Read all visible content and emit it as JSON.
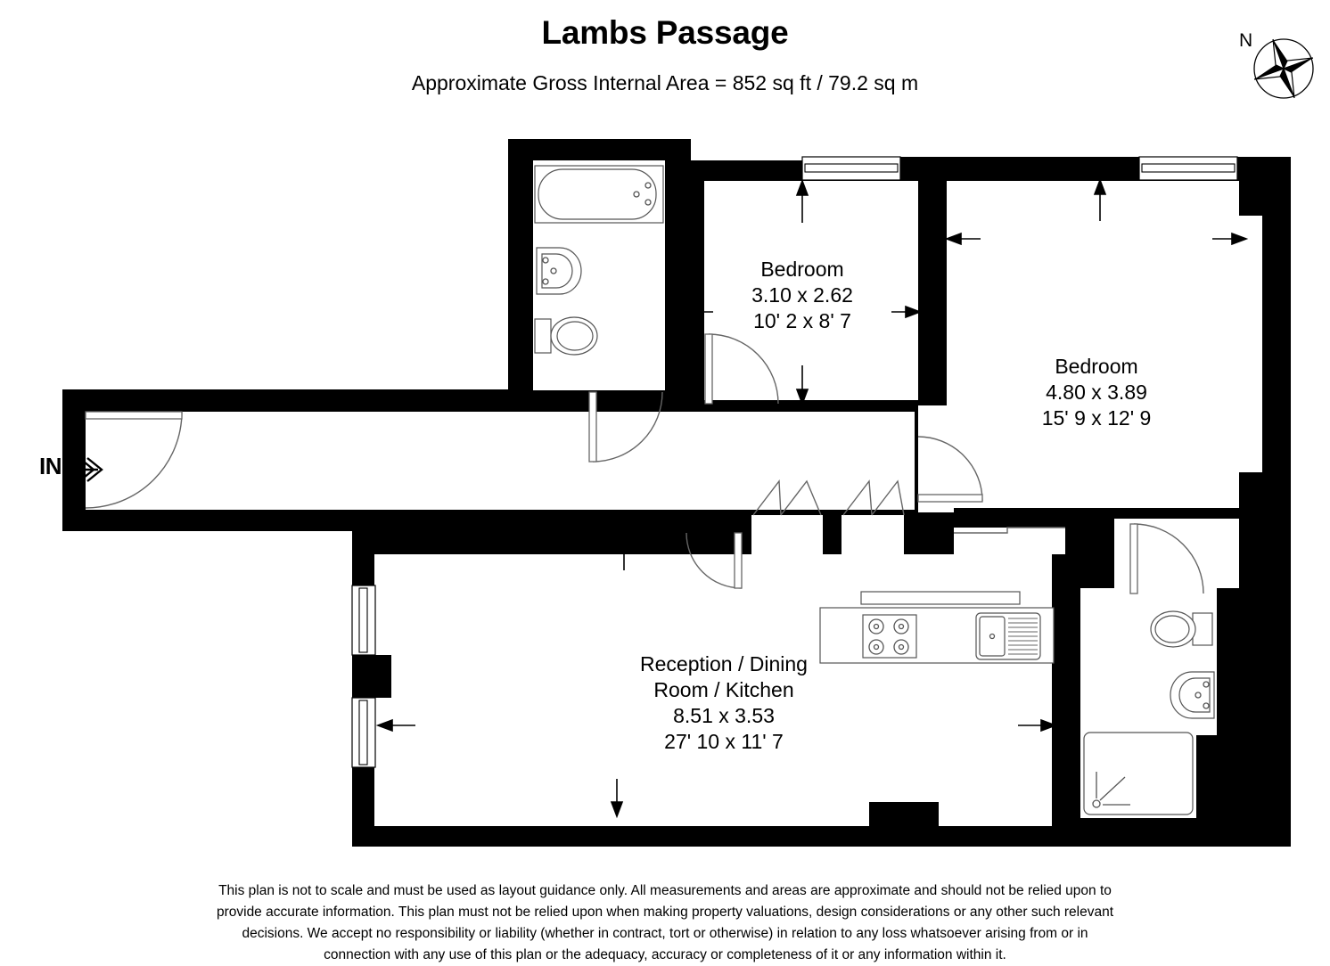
{
  "header": {
    "title": "Lambs Passage",
    "subtitle": "Approximate Gross Internal Area = 852 sq ft / 79.2 sq m"
  },
  "compass": {
    "label": "N",
    "icon": "compass-rose-icon"
  },
  "entrance": {
    "label": "IN",
    "icon": "entrance-arrow-icon"
  },
  "rooms": [
    {
      "id": "bedroom-1",
      "name": "Bedroom",
      "dim_metric": "3.10 x 2.62",
      "dim_imperial": "10' 2 x 8' 7"
    },
    {
      "id": "bedroom-2",
      "name": "Bedroom",
      "dim_metric": "4.80 x 3.89",
      "dim_imperial": "15' 9 x 12' 9"
    },
    {
      "id": "reception-dining-kitchen",
      "name_line1": "Reception / Dining",
      "name_line2": "Room / Kitchen",
      "dim_metric": "8.51 x 3.53",
      "dim_imperial": "27' 10 x 11' 7"
    }
  ],
  "fixtures": [
    {
      "name": "bathtub",
      "room": "bathroom-1"
    },
    {
      "name": "wash-basin",
      "room": "bathroom-1"
    },
    {
      "name": "toilet",
      "room": "bathroom-1"
    },
    {
      "name": "hob",
      "room": "kitchen"
    },
    {
      "name": "sink-with-drainer",
      "room": "kitchen"
    },
    {
      "name": "toilet",
      "room": "bathroom-2"
    },
    {
      "name": "wash-basin",
      "room": "bathroom-2"
    },
    {
      "name": "shower-tray",
      "room": "bathroom-2"
    }
  ],
  "disclaimer": {
    "line1": "This plan is not to scale and must be used as layout guidance only. All measurements and areas are approximate and should not be relied upon to",
    "line2": "provide accurate information. This plan must not be relied upon when making property valuations, design considerations or any other such relevant",
    "line3": "decisions. We accept no responsibility or liability (whether in contract, tort or otherwise) in relation to any loss whatsoever arising from or in",
    "line4": "connection with any use of this plan or the adequacy, accuracy or completeness of it or any information within it."
  },
  "colors": {
    "wall": "#000000",
    "floor": "#ffffff",
    "fixture_outline": "#555555",
    "text": "#000000"
  }
}
